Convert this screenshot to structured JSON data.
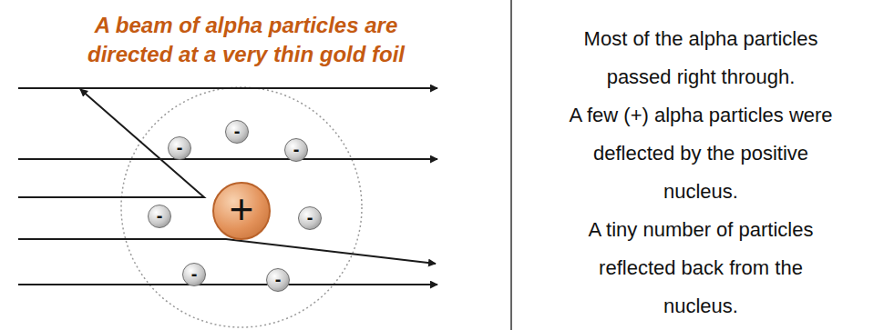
{
  "diagram": {
    "title": "A beam of alpha particles are directed at a very thin gold foil",
    "nodes": [
      {
        "text": [
          "-"
        ]
      },
      {
        "text": [
          "-"
        ]
      },
      {
        "text": [
          "-"
        ]
      },
      {
        "text": [
          "-"
        ]
      },
      {
        "text": [
          "+"
        ]
      },
      {
        "text": [
          "-"
        ]
      },
      {
        "text": [
          "-"
        ]
      },
      {
        "text": [
          "-"
        ]
      }
    ],
    "labels": [
      "Most of the alpha particles passed right through.",
      "A few (+) alpha particles were deflected by the positive nucleus.",
      "A tiny number of particles reflected back from the nucleus."
    ]
  }
}
